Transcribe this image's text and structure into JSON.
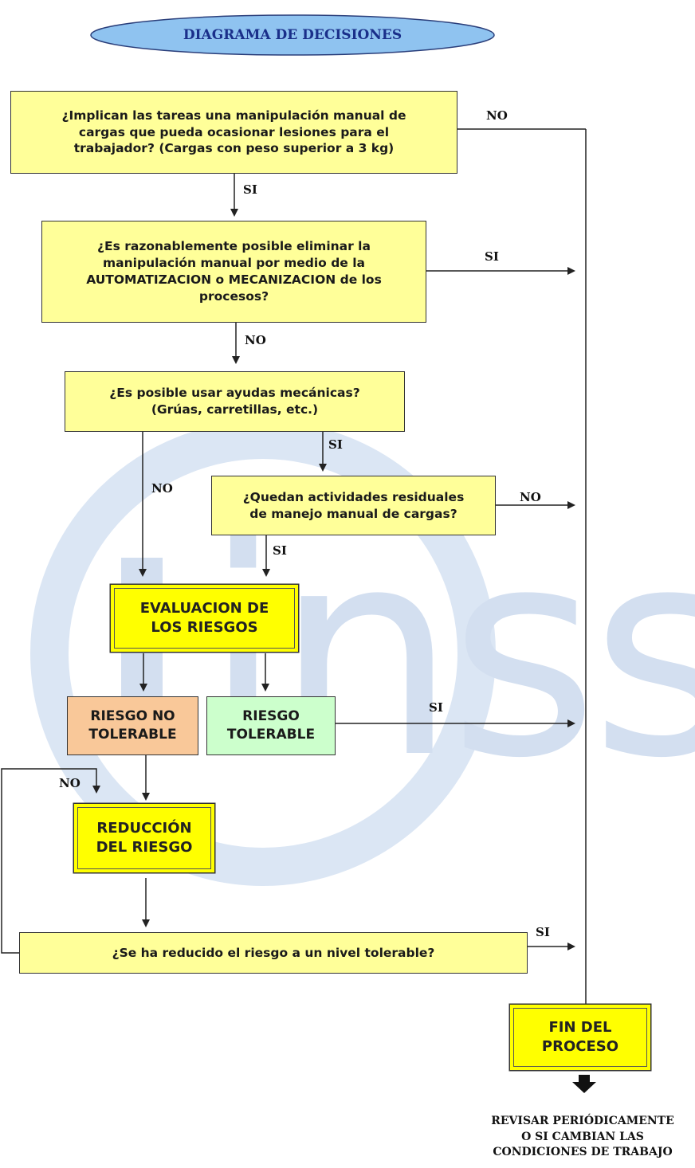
{
  "title": "DIAGRAMA DE DECISIONES",
  "boxes": {
    "q1": "¿Implican las tareas una manipulación manual de\ncargas que pueda ocasionar lesiones para el\ntrabajador? (Cargas con peso superior a 3 kg)",
    "q2": "¿Es razonablemente posible eliminar la\nmanipulación manual por medio de la\nAUTOMATIZACION o MECANIZACION de los\nprocesos?",
    "q3": "¿Es posible usar ayudas mecánicas?\n(Grúas, carretillas, etc.)",
    "q4": "¿Quedan actividades residuales\nde manejo manual de cargas?",
    "evaluacion": "EVALUACION DE\nLOS RIESGOS",
    "no_tolerable": "RIESGO NO\nTOLERABLE",
    "tolerable": "RIESGO\nTOLERABLE",
    "reduccion": "REDUCCIÓN\nDEL RIESGO",
    "q5": "¿Se ha reducido el riesgo a un nivel tolerable?",
    "fin": "FIN DEL\nPROCESO"
  },
  "labels": {
    "q1_no": "NO",
    "q1_si": "SI",
    "q2_si": "SI",
    "q2_no": "NO",
    "q3_si": "SI",
    "q3_no": "NO",
    "q4_no": "NO",
    "q4_si": "SI",
    "tolerable_si": "SI",
    "q5_no": "NO",
    "q5_si": "SI"
  },
  "footer": "REVISAR PERIÓDICAMENTE\nO SI CAMBIAN LAS\nCONDICIONES DE TRABAJO",
  "watermark": "insst",
  "colors": {
    "question_fill": "#ffff99",
    "highlight_fill": "#ffff00",
    "no_tolerable_fill": "#f9c899",
    "tolerable_fill": "#ccffcc",
    "title_ellipse_fill": "#8fc3f0",
    "title_text": "#1a2f8a",
    "watermark": "#c9d8ee"
  }
}
